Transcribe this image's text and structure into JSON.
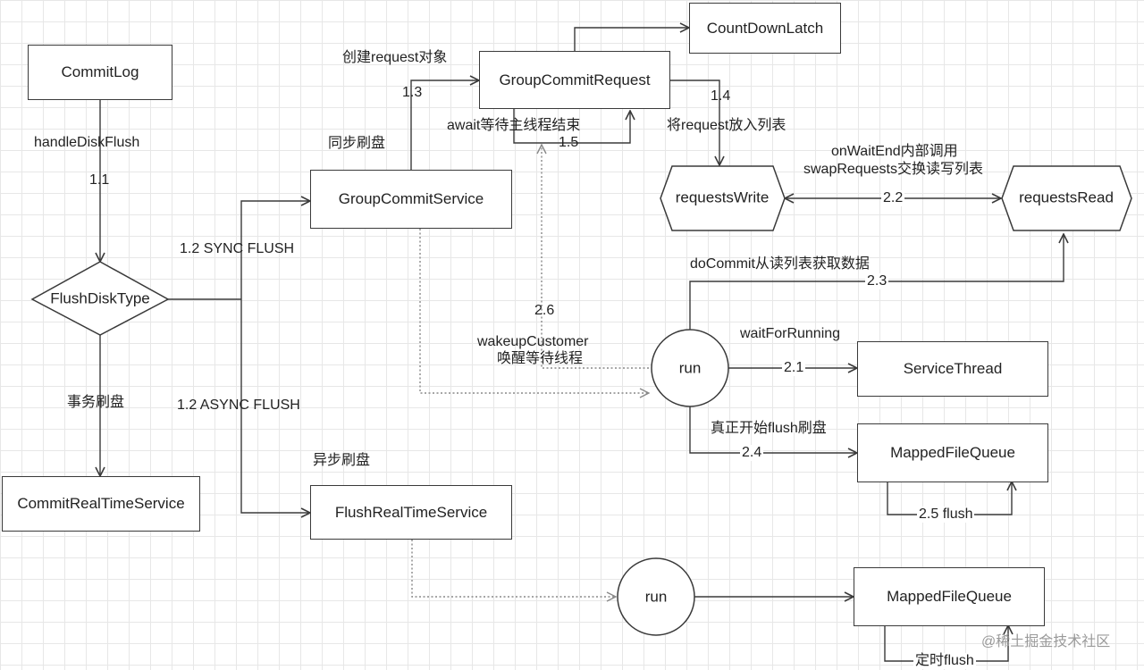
{
  "nodes": {
    "commitlog": "CommitLog",
    "countdownlatch": "CountDownLatch",
    "groupcommitrequest": "GroupCommitRequest",
    "groupcommitservice": "GroupCommitService",
    "flushdisktype": "FlushDiskType",
    "requestswrite": "requestsWrite",
    "requestsread": "requestsRead",
    "run_sync": "run",
    "servicethread": "ServiceThread",
    "mappedfilequeue_sync": "MappedFileQueue",
    "commitrealtimeservice": "CommitRealTimeService",
    "flushrealtimeservice": "FlushRealTimeService",
    "run_async": "run",
    "mappedfilequeue_async": "MappedFileQueue"
  },
  "labels": {
    "handle_disk_flush": "handleDiskFlush",
    "step_1_1": "1.1",
    "sync_flush": "1.2 SYNC  FLUSH",
    "async_flush": "1.2 ASYNC  FLUSH",
    "transaction_flush": "事务刷盘",
    "sync_disk_flush": "同步刷盘",
    "async_disk_flush": "异步刷盘",
    "create_request": "创建request对象",
    "step_1_3": "1.3",
    "await_main": "await等待主线程结束",
    "step_1_5": "1.5",
    "step_1_4": "1.4",
    "put_request": "将request放入列表",
    "on_wait_end": "onWaitEnd内部调用",
    "swap_requests": "swapRequests交换读写列表",
    "step_2_2": "2.2",
    "do_commit": "doCommit从读列表获取数据",
    "step_2_3": "2.3",
    "step_2_6": "2.6",
    "wakeup_customer": "wakeupCustomer",
    "wakeup_waiting": "唤醒等待线程",
    "wait_for_running": "waitForRunning",
    "step_2_1": "2.1",
    "real_flush_start": "真正开始flush刷盘",
    "step_2_4": "2.4",
    "step_2_5": "2.5 flush",
    "timed_flush": "定时flush"
  },
  "watermark": "@稀土掘金技术社区",
  "colors": {
    "line": "#3a3a3a",
    "dotted": "#888888",
    "grid": "#e7e7e7"
  }
}
